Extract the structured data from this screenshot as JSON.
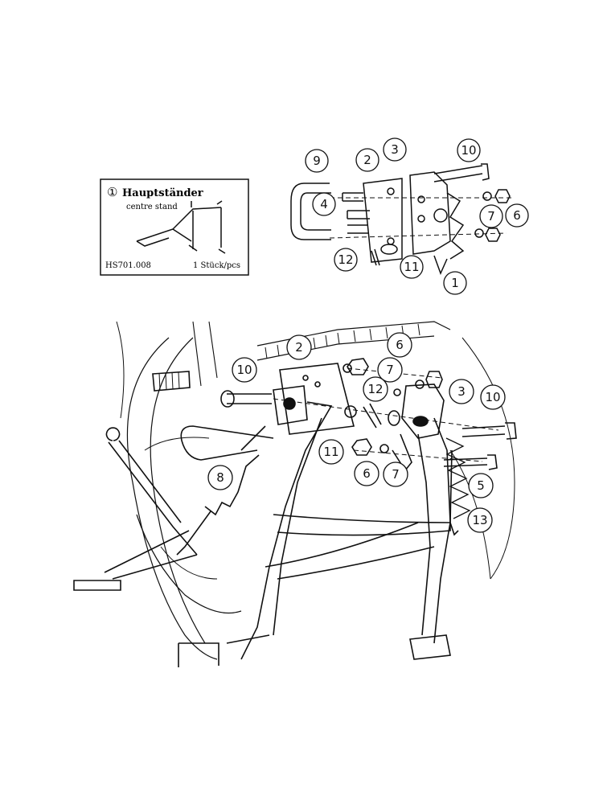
{
  "part_card": {
    "number_symbol": "①",
    "title": "Hauptständer",
    "subtitle": "centre stand",
    "part_no": "HS701.008",
    "qty": "1 Stück/pcs"
  },
  "detail_callouts": [
    "9",
    "2",
    "3",
    "10",
    "4",
    "7",
    "6",
    "12",
    "11",
    "1"
  ],
  "main_callouts": [
    "2",
    "6",
    "10",
    "7",
    "3",
    "12",
    "10",
    "11",
    "8",
    "6",
    "7",
    "5",
    "13"
  ]
}
